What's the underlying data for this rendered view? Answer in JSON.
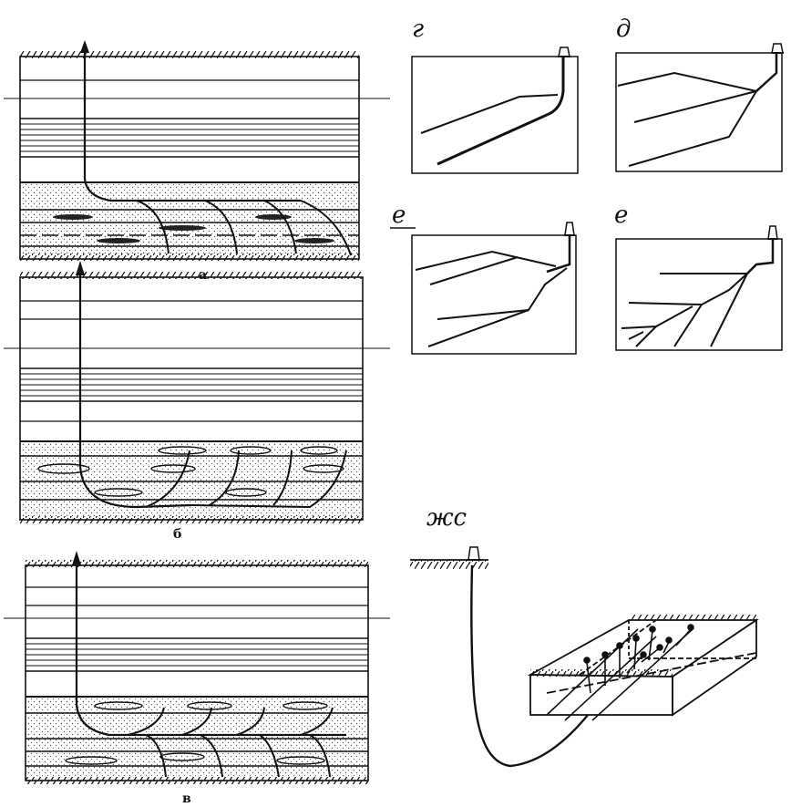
{
  "figure": {
    "labels": {
      "a": "а",
      "b": "б",
      "v": "в",
      "g": "г",
      "d": "д",
      "e1": "е",
      "e2": "е",
      "zh": "жс"
    },
    "colors": {
      "ink": "#111111",
      "paper": "#ffffff",
      "stipple": "#555555"
    },
    "icons": [
      "wellhead-icon",
      "arrow-up-icon",
      "hatched-ground-icon"
    ]
  }
}
